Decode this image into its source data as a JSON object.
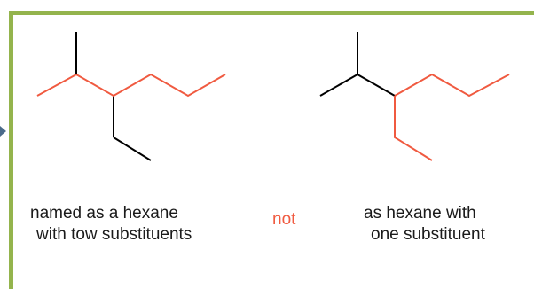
{
  "colors": {
    "frame": "#94b44d",
    "arrow": "#4a6a8a",
    "highlight_chain": "#f05a40",
    "bond_black": "#000000"
  },
  "captions": {
    "left_line1": "named as a hexane",
    "left_line2": "with tow substituents",
    "right_line1": "as hexane with",
    "right_line2": "one substituent",
    "not": "not"
  }
}
